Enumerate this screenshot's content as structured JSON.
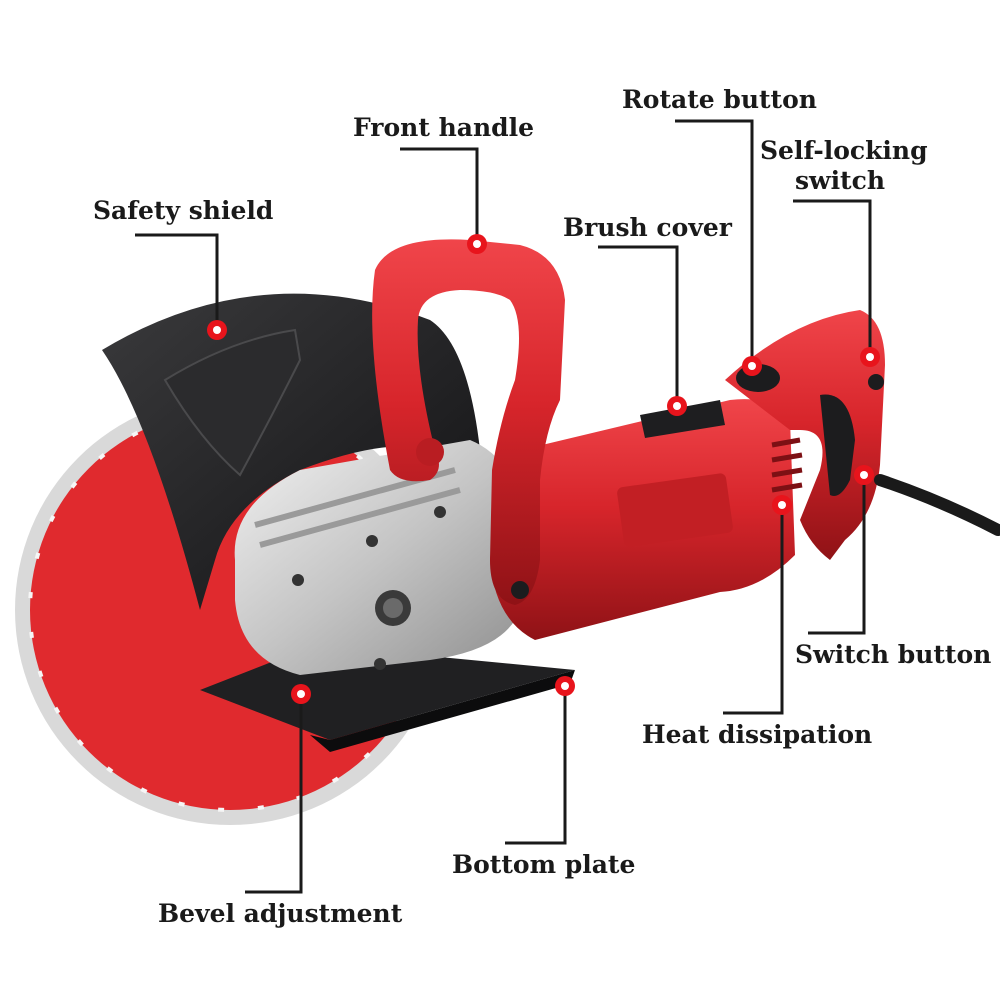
{
  "colors": {
    "body_red": "#d7252b",
    "body_dark_red": "#a8151b",
    "blade_red": "#e02a2e",
    "shield_black": "#1d1d1f",
    "gear_silver": "#c9c9c9",
    "callout_line": "#1a1a1a",
    "marker_red": "#e8141c"
  },
  "labels": {
    "front_handle": "Front handle",
    "rotate_button": "Rotate button",
    "self_locking_switch_line1": "Self-locking",
    "self_locking_switch_line2": "switch",
    "safety_shield": "Safety shield",
    "brush_cover": "Brush cover",
    "switch_button": "Switch button",
    "heat_dissipation": "Heat dissipation",
    "bottom_plate": "Bottom plate",
    "bevel_adjustment": "Bevel adjustment"
  }
}
